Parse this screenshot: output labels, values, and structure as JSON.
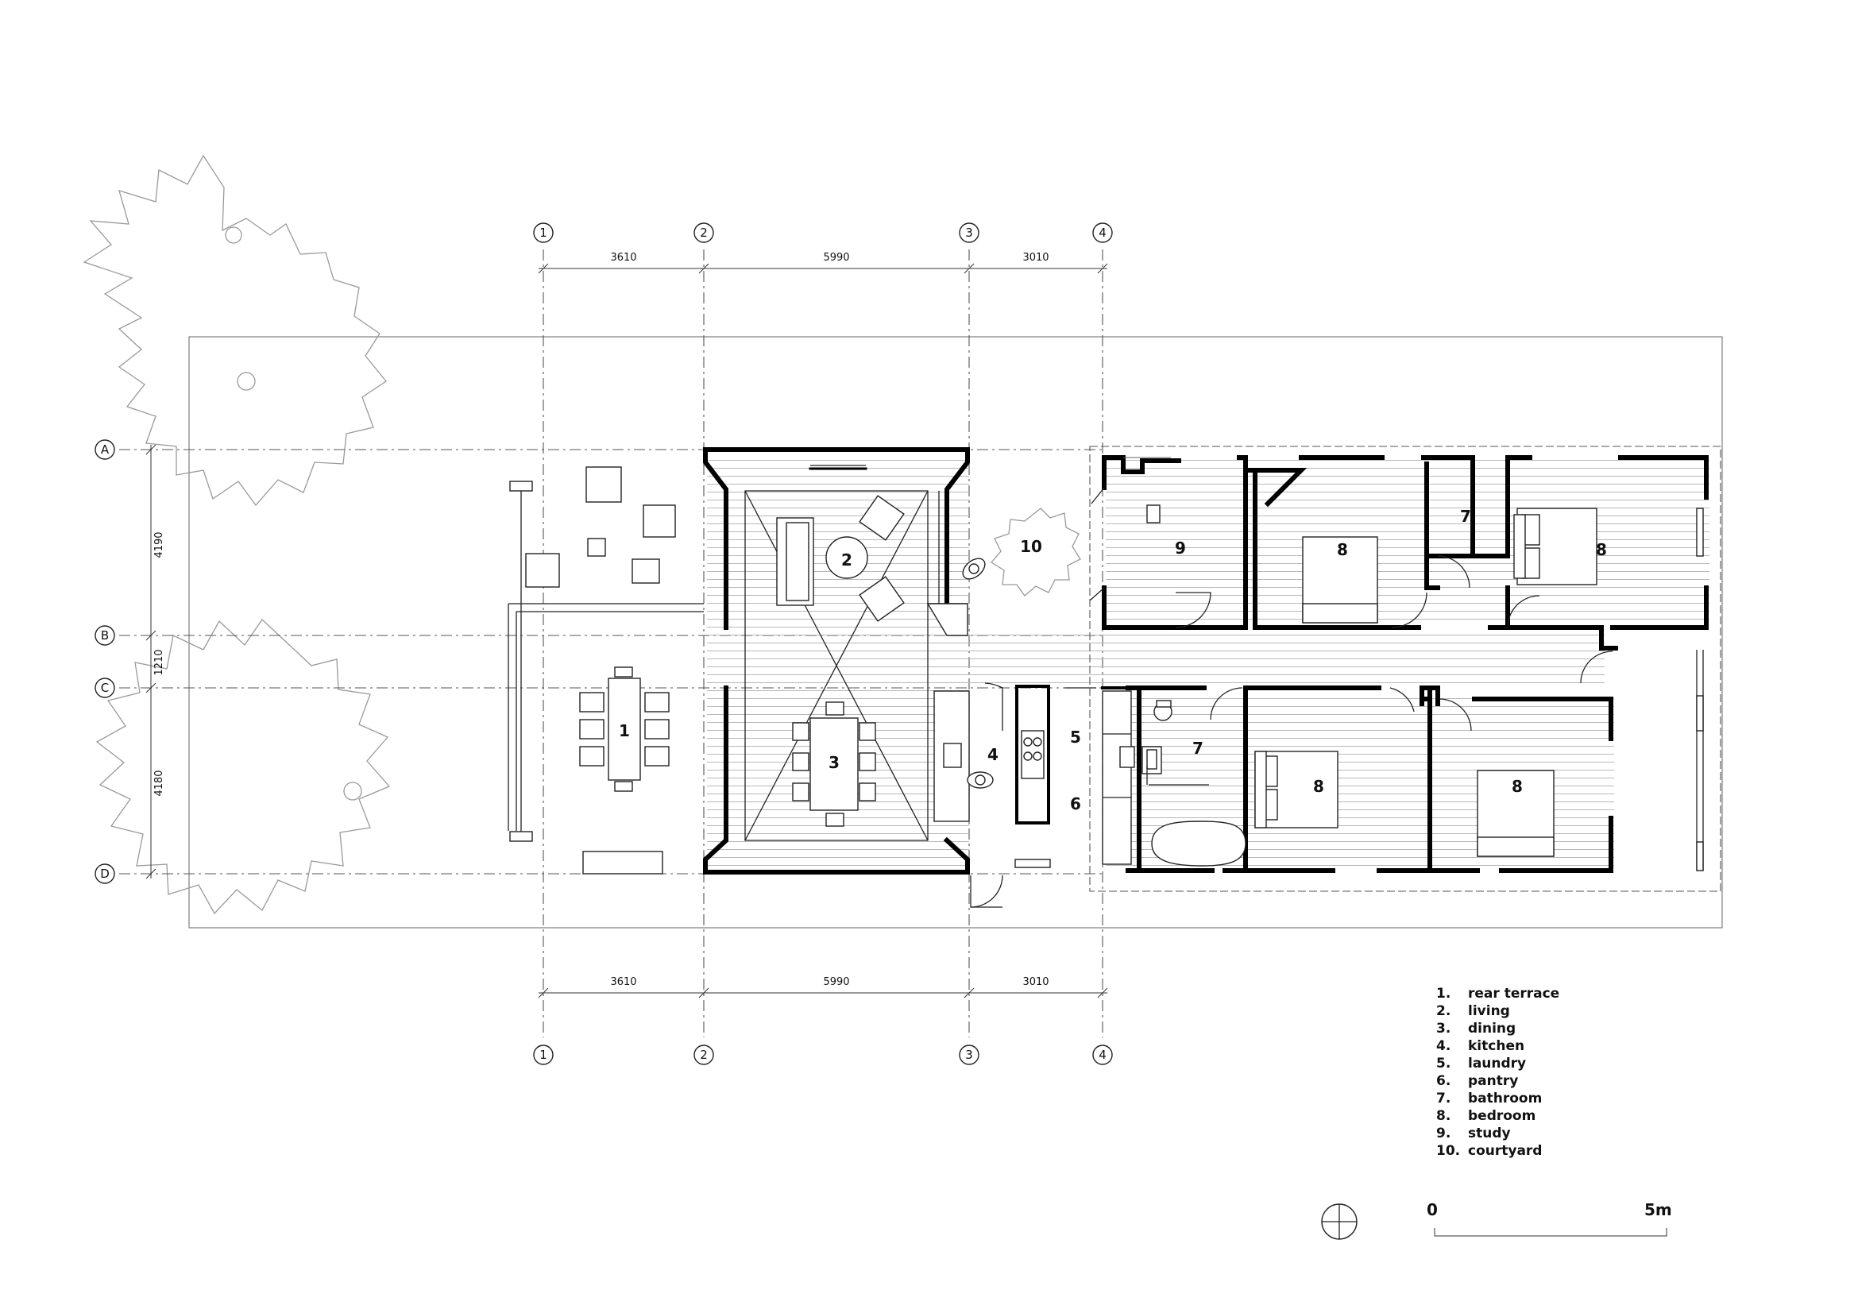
{
  "grid": {
    "columns": [
      "1",
      "2",
      "3",
      "4"
    ],
    "rows": [
      "A",
      "B",
      "C",
      "D"
    ]
  },
  "dimensions": {
    "horizontal": [
      "3610",
      "5990",
      "3010"
    ],
    "vertical": [
      "4190",
      "1210",
      "4180"
    ]
  },
  "rooms": {
    "r1": "1",
    "r2": "2",
    "r3": "3",
    "r4": "4",
    "r5": "5",
    "r6": "6",
    "r7a": "7",
    "r7b": "7",
    "r8a": "8",
    "r8b": "8",
    "r8c": "8",
    "r8d": "8",
    "r9": "9",
    "r10": "10"
  },
  "legend": [
    {
      "num": "1.",
      "label": "rear terrace"
    },
    {
      "num": "2.",
      "label": "living"
    },
    {
      "num": "3.",
      "label": "dining"
    },
    {
      "num": "4.",
      "label": "kitchen"
    },
    {
      "num": "5.",
      "label": "laundry"
    },
    {
      "num": "6.",
      "label": "pantry"
    },
    {
      "num": "7.",
      "label": "bathroom"
    },
    {
      "num": "8.",
      "label": "bedroom"
    },
    {
      "num": "9.",
      "label": "study"
    },
    {
      "num": "10.",
      "label": "courtyard"
    }
  ],
  "scale": {
    "start": "0",
    "end": "5m"
  },
  "colors": {
    "ink": "#000000",
    "paper": "#ffffff"
  },
  "icons": [
    "north-point-icon",
    "tree-icon",
    "person-icon"
  ]
}
